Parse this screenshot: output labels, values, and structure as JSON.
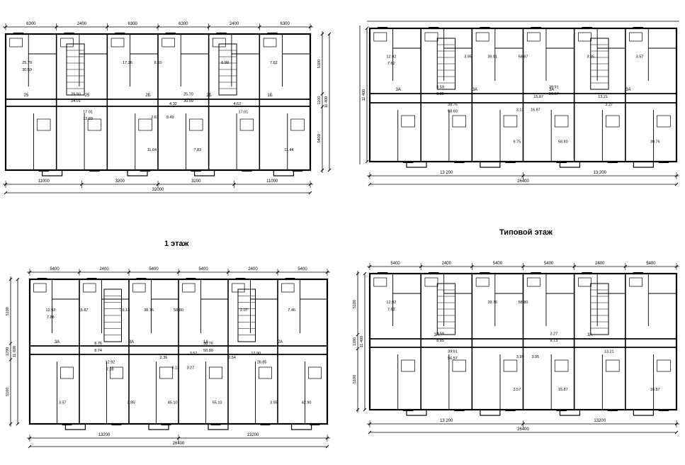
{
  "plans": [
    {
      "id": "tl",
      "title": "",
      "top_dims": [
        "6300",
        "2400",
        "6300",
        "6300",
        "2400",
        "6300"
      ],
      "bottom_dims": [
        "11000",
        "3200",
        "3200",
        "11000"
      ],
      "total": "32000",
      "side_dims": [
        "5100",
        "1100",
        "5400"
      ],
      "side_total": "11 400",
      "rooms": [
        "25.70",
        "30.59",
        "29.90",
        "34.01",
        "17.01",
        "12.83",
        "17.26",
        "8.10",
        "25.70",
        "30.59",
        "11.44",
        "7.83",
        "17.01",
        "11.64",
        "2.61",
        "9.49",
        "4.32",
        "4.62",
        "7.62",
        "6.99"
      ],
      "apt_codes": [
        "25",
        "25",
        "2Б",
        "2Б",
        "1Б"
      ]
    },
    {
      "id": "tr",
      "title": "",
      "top_dims": [],
      "bottom_dims": [
        "13 200",
        "13 200"
      ],
      "total": "26400",
      "side_dims": [],
      "side_total": "11 400",
      "rooms": [
        "12.92",
        "7.62",
        "8.59",
        "8.85",
        "38.76",
        "58.60",
        "39.91",
        "58.87",
        "39.91",
        "56.57",
        "39.76",
        "58.80",
        "3.27",
        "9.75",
        "3.12",
        "16.87",
        "15.87",
        "13.21",
        "3.57",
        "3.95",
        "3.95"
      ],
      "apt_codes": [
        "3А",
        "3А",
        "3А",
        "3А"
      ]
    },
    {
      "id": "bl",
      "title": "1 этаж",
      "top_dims": [
        "5400",
        "2400",
        "5400",
        "5400",
        "2400",
        "5400"
      ],
      "bottom_dims": [
        "13200",
        "13200"
      ],
      "total": "26400",
      "side_dims": [
        "5100",
        "1290",
        "5100"
      ],
      "side_total": "11 600",
      "rooms": [
        "12.92",
        "7.88",
        "8.76",
        "8.74",
        "12.92",
        "7.88",
        "38.76",
        "58.80",
        "38.76",
        "58.80",
        "42.90",
        "55.10",
        "28.85",
        "45.10",
        "3.12",
        "3.27",
        "3.57",
        "12.90",
        "7.46",
        "2.07",
        "16.13",
        "15.87",
        "3.57",
        "3.95",
        "3.95",
        "2.36",
        "2.54"
      ],
      "apt_codes": [
        "3А",
        "3А",
        "1А",
        "2А"
      ]
    },
    {
      "id": "br",
      "title": "Типовой этаж",
      "top_dims": [
        "5400",
        "2400",
        "5400",
        "5400",
        "2400",
        "5400"
      ],
      "bottom_dims": [
        "13 200",
        "13200"
      ],
      "total": "26400",
      "side_dims": [
        "5100",
        "1180",
        "5100"
      ],
      "side_total": "11 400",
      "rooms": [
        "12.92",
        "7.62",
        "8.59",
        "8.85",
        "39.91",
        "56.57",
        "39.76",
        "58.80",
        "3.27",
        "9.73",
        "16.87",
        "15.87",
        "13.21",
        "3.57",
        "3.95",
        "3.95"
      ],
      "apt_codes": [
        "3А",
        "3А"
      ]
    }
  ]
}
